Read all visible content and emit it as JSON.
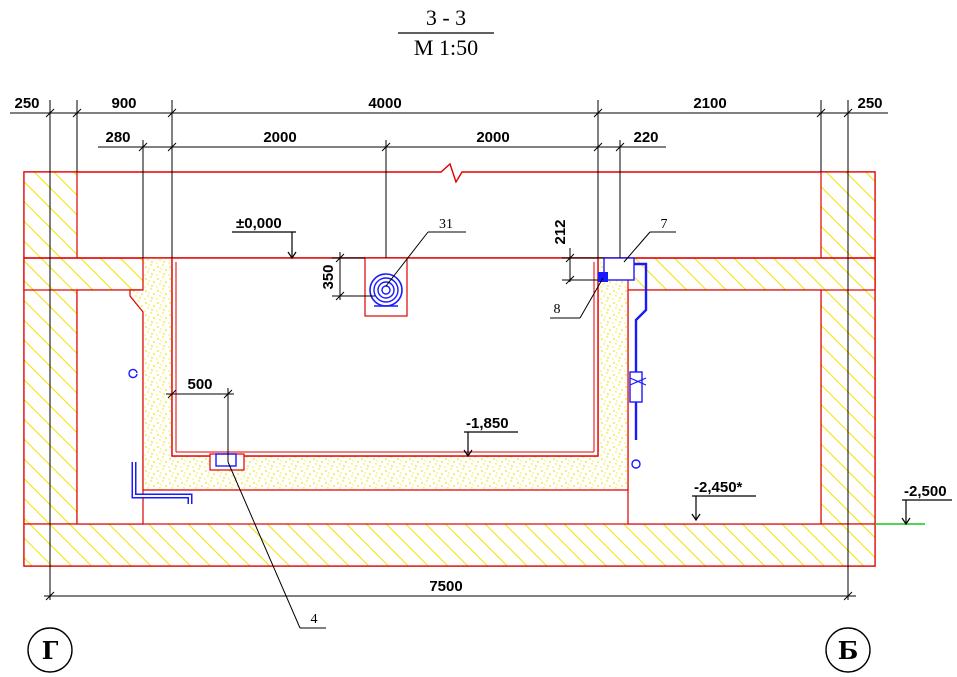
{
  "title": {
    "section": "3 - 3",
    "scale": "М 1:50"
  },
  "dimensions_top": [
    "250",
    "900",
    "4000",
    "2100",
    "250"
  ],
  "dimensions_second": [
    "280",
    "2000",
    "2000",
    "220"
  ],
  "dimensions_other": {
    "d212": "212",
    "d350": "350",
    "d500": "500",
    "d7500": "7500"
  },
  "levels": {
    "zero": "±0,000",
    "pit_bottom": "-1,850",
    "floor": "-2,450*",
    "ground": "-2,500"
  },
  "callouts": {
    "c31": "31",
    "c7": "7",
    "c8": "8",
    "c4": "4"
  },
  "axes": {
    "left": "Г",
    "right": "Б"
  },
  "colors": {
    "outline": "#e00000",
    "hatch": "#f2e200",
    "sand": "#f2e200",
    "pipe": "#1a1aff",
    "ground_line": "#19c519",
    "dimension": "#000000"
  },
  "icons": [
    "break-line-icon",
    "level-marker-icon",
    "pipe-coil-icon",
    "valve-icon",
    "pump-icon"
  ]
}
